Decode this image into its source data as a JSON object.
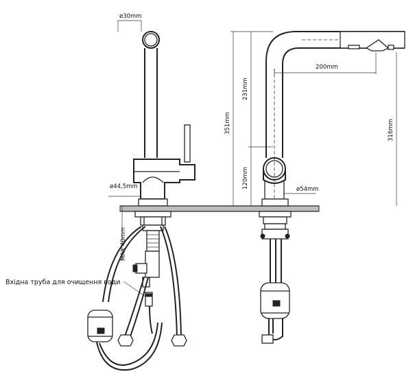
{
  "dimensions": {
    "d30": "ø30mm",
    "d44": "ø44,5mm",
    "d54": "ø54mm",
    "h351": "351mm",
    "h231": "231mm",
    "h120": "120mm",
    "h316": "316mm",
    "w200": "200mm",
    "max40": "MAX 40mm"
  },
  "labels": {
    "inlet_pipe": "Вхідна труба для очищення води"
  }
}
